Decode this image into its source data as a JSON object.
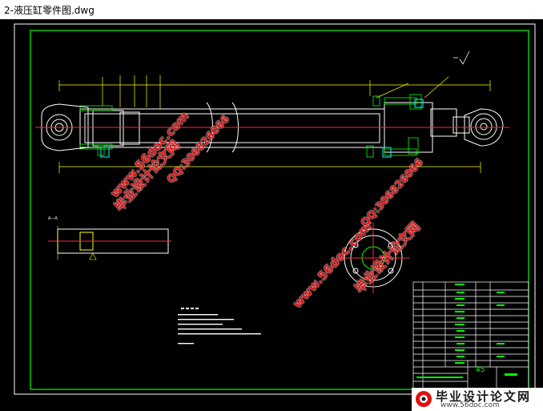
{
  "window": {
    "title": "2-液压缸零件图.dwg"
  },
  "watermarks": {
    "site_a": "www.56doc.com",
    "site_b": "www.56doc.com",
    "brand_a": "毕业设计论文网",
    "brand_b": "毕业设计论文网",
    "qq_a": "QQ:306826066",
    "qq_b": "QQ:306826066"
  },
  "logo": {
    "brand": "毕业设计论文网",
    "url": "www.56doc.com"
  },
  "drawing": {
    "title_block_number": "45"
  },
  "colors": {
    "cad_bg": "#000000",
    "centerline": "#ff2a2a",
    "outline": "#ffffff",
    "hatch": "#00ff00",
    "dim": "#ffff00",
    "accent": "#00ffff",
    "watermark": "#e01010"
  }
}
